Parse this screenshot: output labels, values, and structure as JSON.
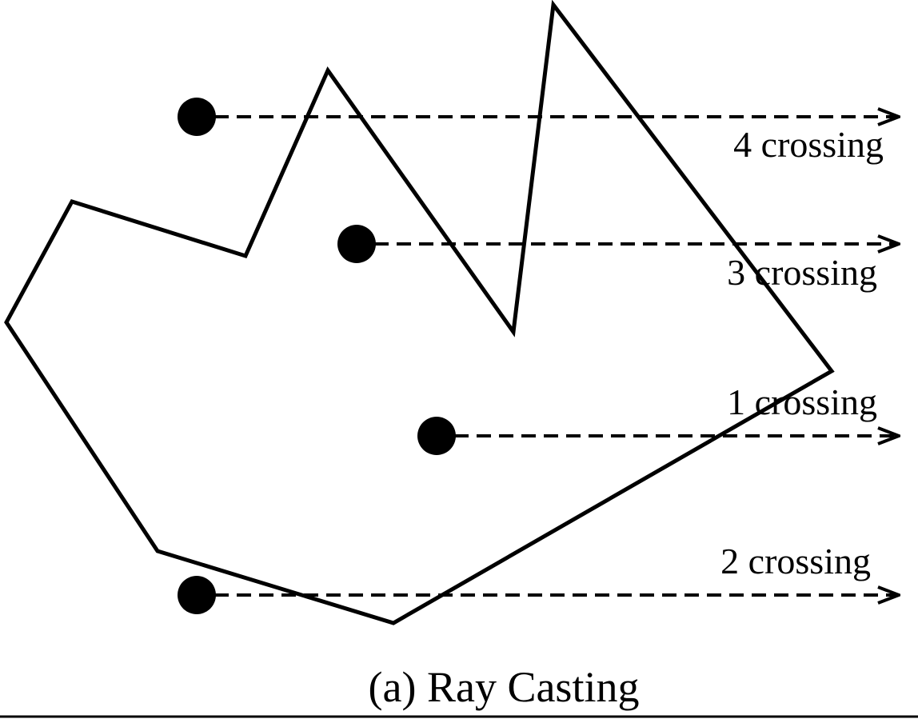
{
  "figure": {
    "caption": "(a) Ray Casting",
    "rays": [
      {
        "label": "4 crossing",
        "crossings": 4
      },
      {
        "label": "3 crossing",
        "crossings": 3
      },
      {
        "label": "1 crossing",
        "crossings": 1
      },
      {
        "label": "2 crossing",
        "crossings": 2
      }
    ]
  }
}
